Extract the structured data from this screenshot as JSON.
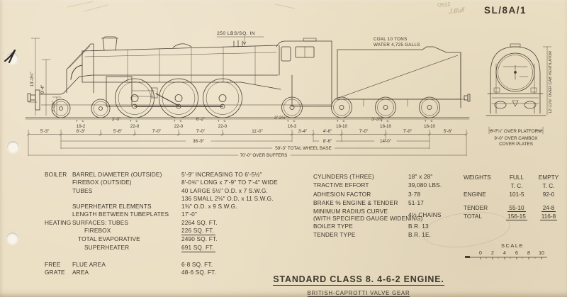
{
  "page": {
    "ref": "SL/8A/1",
    "pencil_note": "O512",
    "pencil_signature": "J.Bull"
  },
  "drawing": {
    "boiler_pressure": "250 LBS/SQ. IN",
    "coal": "COAL    10 TONS",
    "water": "WATER 4,725 GALLS",
    "left_dims": {
      "overall_height": "13'-0¼\"",
      "platform_height": "9'-4\"",
      "buffer_height": "3'-5½\""
    },
    "wheel_dias": [
      "3'-0\"",
      "6'-2\"",
      "3'-3½\"",
      "3'-3½\""
    ],
    "tc": "T C",
    "axle_loads": [
      "19-2",
      "22-0",
      "22-0",
      "22-0",
      "16-3",
      "18-10",
      "18-10",
      "18-10"
    ],
    "dim_row": [
      "5'-3\"",
      "6'-3\"",
      "5'-6\"",
      "7'-0\"",
      "7'-0\"",
      "11'-0\"",
      "3'-4\"",
      "4'-6\"",
      "7'-0\"",
      "7'-0\"",
      "5'-6\""
    ],
    "sub_dims": {
      "engine_wheelbase": "36'-9\"",
      "engine_tender_gap": "8'-6\"",
      "tender_wheelbase": "14'-0\"",
      "total_wheelbase": "59'-3\" TOTAL WHEEL BASE",
      "over_buffers": "70'-0\" OVER BUFFERS"
    },
    "end_view": {
      "cab_ventilator": "12'-11⅝\" OVER CAB VENTILATOR",
      "platform": "8'-7¼\" OVER PLATFORM",
      "cambox_line1": "9'-0\" OVER CAMBOX",
      "cambox_line2": "COVER PLATES"
    }
  },
  "spec_table": {
    "rows": [
      {
        "c1": "BOILER",
        "c2": "BARREL DIAMETER (OUTSIDE)",
        "v": "5'-9\" INCREASING TO 6'-5½\""
      },
      {
        "c1": "",
        "c2": "FIREBOX   (OUTSIDE)",
        "v": "8'-0⅝\" LONG x 7'-9\" TO 7'-4\" WIDE"
      },
      {
        "c1": "",
        "c2": "TUBES",
        "v": "40 LARGE 5½\" O.D. x 7 S.W.G."
      },
      {
        "c1": "",
        "c2": "",
        "v": "136 SMALL 2⅛\" O.D. x 11 S.W.G."
      },
      {
        "c1": "",
        "c2": "SUPERHEATER ELEMENTS",
        "v": "1⅜\" O.D. x 9 S.W.G."
      },
      {
        "c1": "",
        "c2": "LENGTH BETWEEN TUBEPLATES",
        "v": "17'-0\""
      },
      {
        "c1": "HEATING",
        "c2": "SURFACES: TUBES",
        "v": "2264 SQ. FT."
      },
      {
        "c1": "",
        "c2": "FIREBOX",
        "v": "226 SQ. FT."
      },
      {
        "c1": "",
        "c2": "TOTAL EVAPORATIVE",
        "v": "2490 SQ. FT."
      },
      {
        "c1": "",
        "c2": "SUPERHEATER",
        "v": "691 SQ. FT."
      },
      {
        "c1": "FREE",
        "c2": "FLUE AREA",
        "v": "6·8 SQ. FT."
      },
      {
        "c1": "GRATE",
        "c2": "AREA",
        "v": "48·6 SQ. FT."
      }
    ]
  },
  "perf_table": {
    "rows": [
      {
        "l": "CYLINDERS    (THREE)",
        "v": "18\" x 28\""
      },
      {
        "l": "TRACTIVE EFFORT",
        "v": "39,080 LBS."
      },
      {
        "l": "ADHESION FACTOR",
        "v": "3·78"
      },
      {
        "l": "BRAKE % ENGINE & TENDER",
        "v": "51·17"
      },
      {
        "l": "MINIMUM RADIUS CURVE",
        "v": "4½ CHAINS"
      },
      {
        "l": "(WITH SPECIFIED GAUGE WIDENING)",
        "v": ""
      },
      {
        "l": "BOILER TYPE",
        "v": "B.R. 13"
      },
      {
        "l": "TENDER TYPE",
        "v": "B.R. 1E."
      }
    ]
  },
  "weights_table": {
    "title": "WEIGHTS",
    "col_full": "FULL",
    "col_empty": "EMPTY",
    "units_full": "T.  C.",
    "units_empty": "T.  C.",
    "rows": [
      {
        "l": "ENGINE",
        "full": "101-5",
        "empty": "92-0"
      },
      {
        "l": "TENDER",
        "full": "55-10",
        "empty": "24-8"
      },
      {
        "l": "TOTAL",
        "full": "156-15",
        "empty": "116-8"
      }
    ]
  },
  "scale": {
    "label": "SCALE",
    "ticks": [
      "0",
      "2",
      "4",
      "6",
      "8",
      "10"
    ]
  },
  "title": {
    "main": "STANDARD  CLASS  8.   4-6-2  ENGINE.",
    "sub": "BRITISH-CAPROTTI  VALVE  GEAR"
  }
}
